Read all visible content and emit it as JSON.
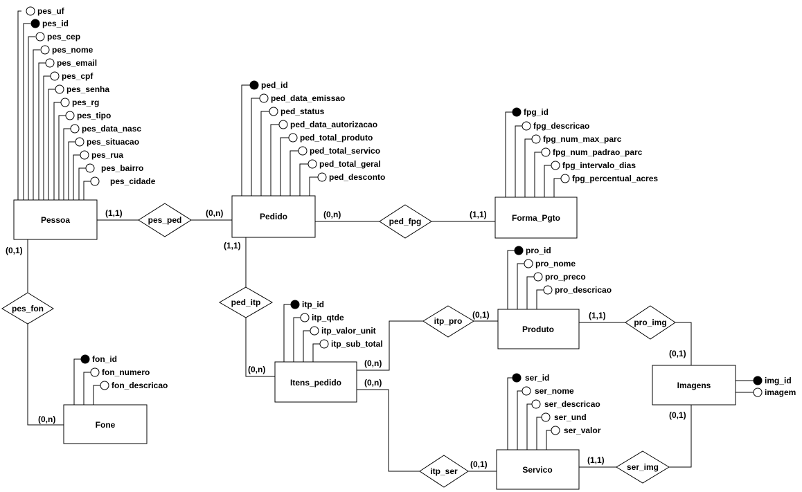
{
  "entities": {
    "pessoa": "Pessoa",
    "pedido": "Pedido",
    "forma_pgto": "Forma_Pgto",
    "fone": "Fone",
    "itens_pedido": "Itens_pedido",
    "produto": "Produto",
    "imagens": "Imagens",
    "servico": "Servico"
  },
  "relationships": {
    "pes_ped": "pes_ped",
    "ped_fpg": "ped_fpg",
    "pes_fon": "pes_fon",
    "ped_itp": "ped_itp",
    "itp_pro": "itp_pro",
    "pro_img": "pro_img",
    "itp_ser": "itp_ser",
    "ser_img": "ser_img"
  },
  "attributes": {
    "pessoa": [
      {
        "name": "pes_uf",
        "key": false
      },
      {
        "name": "pes_id",
        "key": true
      },
      {
        "name": "pes_cep",
        "key": false
      },
      {
        "name": "pes_nome",
        "key": false
      },
      {
        "name": "pes_email",
        "key": false
      },
      {
        "name": "pes_cpf",
        "key": false
      },
      {
        "name": "pes_senha",
        "key": false
      },
      {
        "name": "pes_rg",
        "key": false
      },
      {
        "name": "pes_tipo",
        "key": false
      },
      {
        "name": "pes_data_nasc",
        "key": false
      },
      {
        "name": "pes_situacao",
        "key": false
      },
      {
        "name": "pes_rua",
        "key": false
      },
      {
        "name": "pes_bairro",
        "key": false
      },
      {
        "name": "pes_cidade",
        "key": false
      }
    ],
    "pedido": [
      {
        "name": "ped_id",
        "key": true
      },
      {
        "name": "ped_data_emissao",
        "key": false
      },
      {
        "name": "ped_status",
        "key": false
      },
      {
        "name": "ped_data_autorizacao",
        "key": false
      },
      {
        "name": "ped_total_produto",
        "key": false
      },
      {
        "name": "ped_total_servico",
        "key": false
      },
      {
        "name": "ped_total_geral",
        "key": false
      },
      {
        "name": "ped_desconto",
        "key": false
      }
    ],
    "forma_pgto": [
      {
        "name": "fpg_id",
        "key": true
      },
      {
        "name": "fpg_descricao",
        "key": false
      },
      {
        "name": "fpg_num_max_parc",
        "key": false
      },
      {
        "name": "fpg_num_padrao_parc",
        "key": false
      },
      {
        "name": "fpg_intervalo_dias",
        "key": false
      },
      {
        "name": "fpg_percentual_acres",
        "key": false
      }
    ],
    "produto": [
      {
        "name": "pro_id",
        "key": true
      },
      {
        "name": "pro_nome",
        "key": false
      },
      {
        "name": "pro_preco",
        "key": false
      },
      {
        "name": "pro_descricao",
        "key": false
      }
    ],
    "itens_pedido": [
      {
        "name": "itp_id",
        "key": true
      },
      {
        "name": "itp_qtde",
        "key": false
      },
      {
        "name": "itp_valor_unit",
        "key": false
      },
      {
        "name": "itp_sub_total",
        "key": false
      }
    ],
    "fone": [
      {
        "name": "fon_id",
        "key": true
      },
      {
        "name": "fon_numero",
        "key": false
      },
      {
        "name": "fon_descricao",
        "key": false
      }
    ],
    "servico": [
      {
        "name": "ser_id",
        "key": true
      },
      {
        "name": "ser_nome",
        "key": false
      },
      {
        "name": "ser_descricao",
        "key": false
      },
      {
        "name": "ser_und",
        "key": false
      },
      {
        "name": "ser_valor",
        "key": false
      }
    ],
    "imagens": [
      {
        "name": "img_id",
        "key": true
      },
      {
        "name": "imagem",
        "key": false
      }
    ]
  },
  "cardinalities": {
    "pes_ped_pessoa": "(1,1)",
    "pes_ped_pedido": "(0,n)",
    "ped_fpg_pedido": "(0,n)",
    "ped_fpg_forma": "(1,1)",
    "pes_fon_pessoa": "(0,1)",
    "pes_fon_fone": "(0,n)",
    "ped_itp_pedido": "(1,1)",
    "ped_itp_itens": "(0,n)",
    "itp_pro_itens": "(0,n)",
    "itp_pro_produto": "(0,1)",
    "itp_ser_itens": "(0,n)",
    "itp_ser_servico": "(0,1)",
    "pro_img_produto": "(1,1)",
    "pro_img_imagens": "(0,1)",
    "ser_img_servico": "(1,1)",
    "ser_img_imagens": "(0,1)"
  }
}
